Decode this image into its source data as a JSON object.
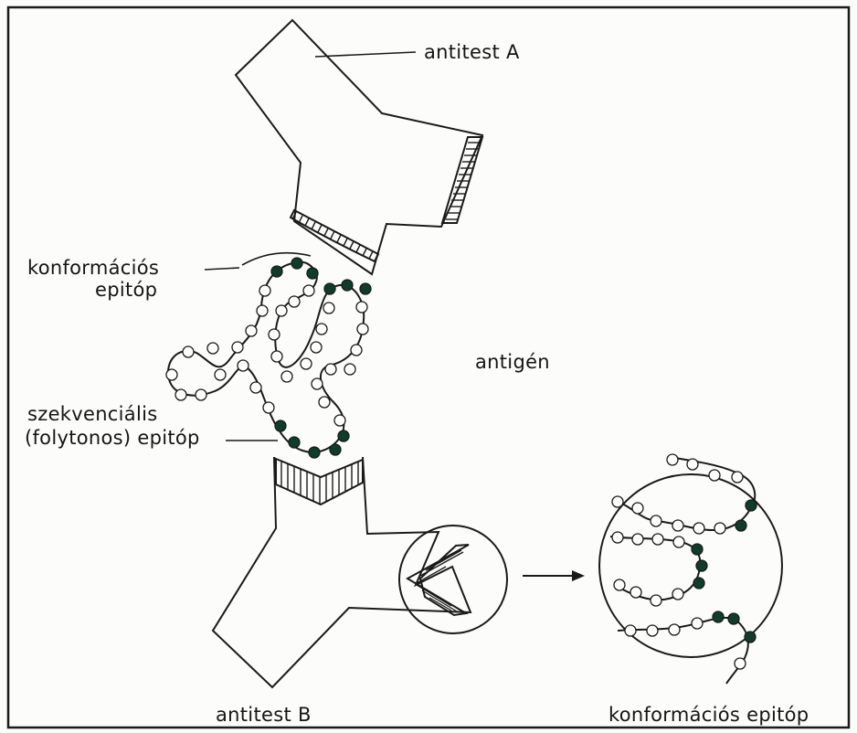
{
  "labels": {
    "antibody_a": "antitest A",
    "antibody_b": "antitest B",
    "conformational_epitope_line1": "konformációs",
    "conformational_epitope_line2": "epitóp",
    "antigen": "antigén",
    "sequential_epitope_line1": "szekvenciális",
    "sequential_epitope_line2": "(folytonos) epitóp",
    "conformational_epitope_zoom": "konformációs epitóp"
  },
  "colors": {
    "ink": "#1a1a1a",
    "paper": "#fcfcfa",
    "epitope_residue_fill": "#0f3d2c",
    "open_residue_fill": "#ffffff"
  }
}
